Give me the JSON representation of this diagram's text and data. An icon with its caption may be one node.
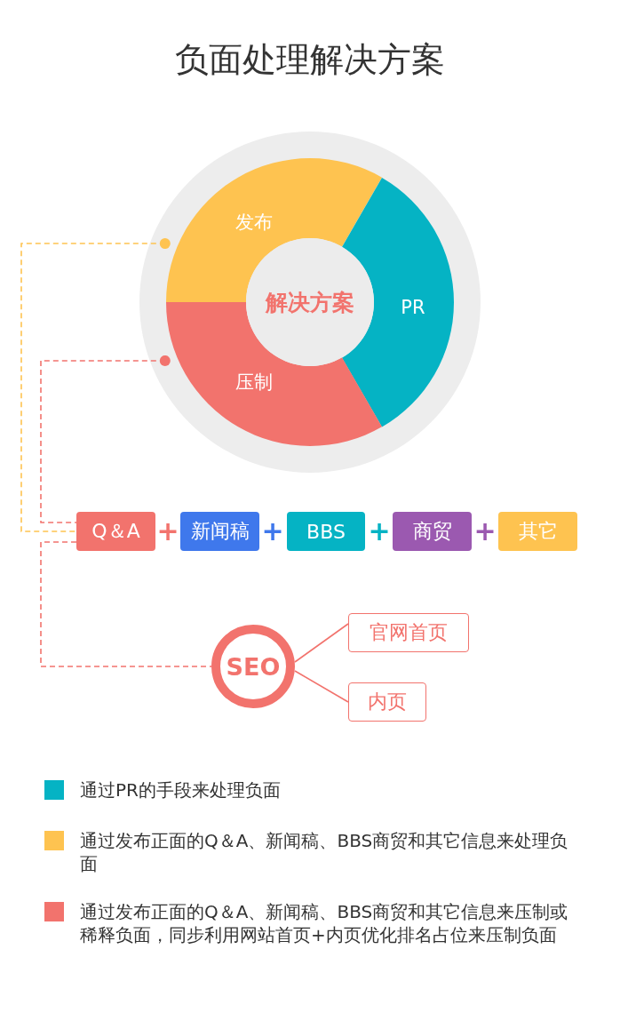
{
  "diagram": {
    "title": "负面处理解决方案",
    "nodes": [
      {
        "text": [
          "解决方案"
        ]
      },
      {
        "text": [
          "发布"
        ]
      },
      {
        "text": [
          "PR"
        ]
      },
      {
        "text": [
          "压制"
        ]
      },
      {
        "text": [
          "Q＆A"
        ]
      },
      {
        "text": [
          "新闻稿"
        ]
      },
      {
        "text": [
          "BBS"
        ]
      },
      {
        "text": [
          "商贸"
        ]
      },
      {
        "text": [
          "其它"
        ]
      },
      {
        "text": [
          "SEO"
        ]
      },
      {
        "text": [
          "官网首页"
        ]
      },
      {
        "text": [
          "内页"
        ]
      }
    ],
    "edges": [
      {
        "from": 1,
        "to": 4,
        "arrow": "other",
        "style": "dashed",
        "color": "#fec350"
      },
      {
        "from": 3,
        "to": 4,
        "arrow": "other",
        "style": "dashed"
      },
      {
        "from": 4,
        "to": 9,
        "arrow": "none",
        "style": "dashed"
      },
      {
        "from": 9,
        "to": 10,
        "arrow": "none"
      },
      {
        "from": 9,
        "to": 11,
        "arrow": "none"
      }
    ],
    "labels": [
      "+",
      "+",
      "+",
      "+"
    ],
    "legend": [
      {
        "text": "通过PR的手段来处理负面",
        "color": "#05b3c4"
      },
      {
        "text": "通过发布正面的Q＆A、新闻稿、BBS商贸和其它信息来处理负面",
        "color": "#fec350"
      },
      {
        "text": "通过发布正面的Q＆A、新闻稿、BBS商贸和其它信息来压制或稀释负面，同步利用网站首页+内页优化排名占位来压制负面",
        "color": "#f2736d"
      }
    ]
  }
}
